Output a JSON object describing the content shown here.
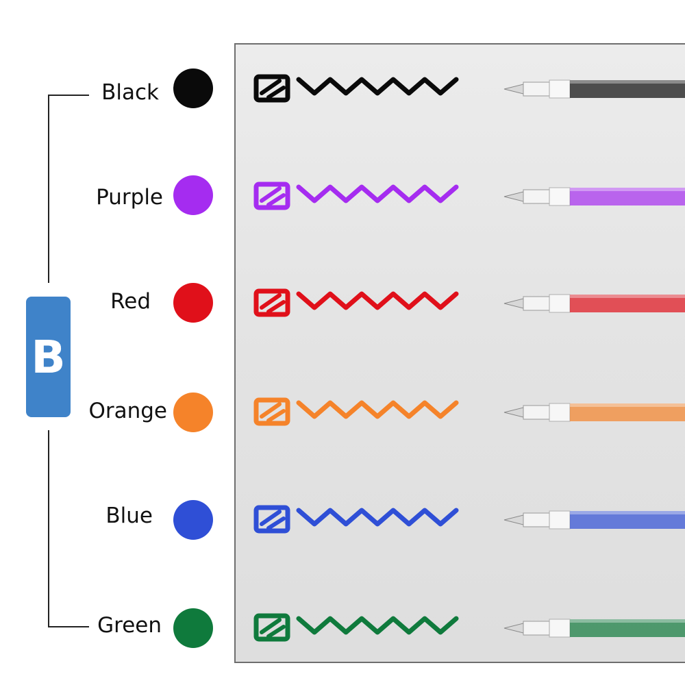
{
  "badge": {
    "letter": "B",
    "color": "#3f83c9"
  },
  "colors": [
    {
      "label": "Black",
      "hex": "#0a0a0a"
    },
    {
      "label": "Purple",
      "hex": "#a52cf0"
    },
    {
      "label": "Red",
      "hex": "#e0101a"
    },
    {
      "label": "Orange",
      "hex": "#f5832a"
    },
    {
      "label": "Blue",
      "hex": "#2f4fd6"
    },
    {
      "label": "Green",
      "hex": "#0f7a3c"
    }
  ]
}
